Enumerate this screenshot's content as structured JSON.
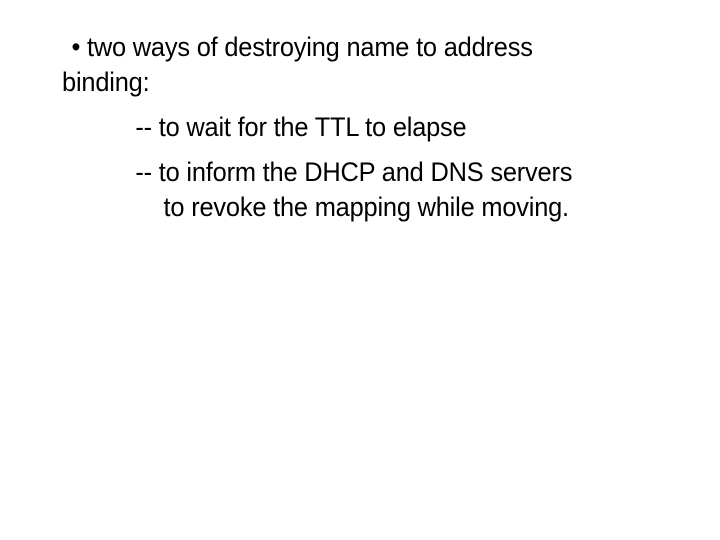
{
  "slide": {
    "background_color": "#ffffff",
    "text_color": "#000000",
    "body": {
      "lines": [
        {
          "text": "• two ways of destroying name to address",
          "indent": "bullet"
        },
        {
          "text": "binding:",
          "indent": "wrap"
        },
        {
          "text": "-- to wait for the TTL to elapse",
          "indent": "dash"
        },
        {
          "text": "-- to inform the DHCP and DNS servers",
          "indent": "dash"
        },
        {
          "text": "to revoke the mapping while moving.",
          "indent": "dashwrap"
        }
      ],
      "bullet_glyph": "•",
      "dash_marker": "--"
    }
  }
}
